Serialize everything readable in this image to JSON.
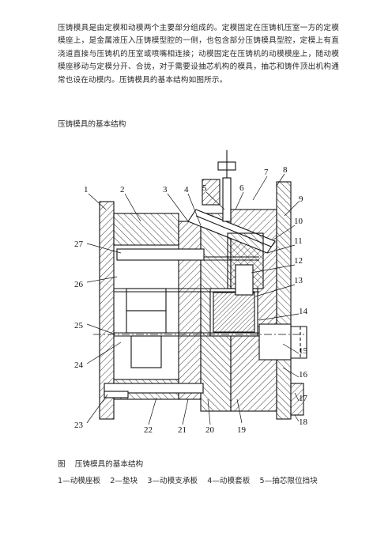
{
  "intro_paragraph": "压铸模具是由定模和动模两个主要部分组成的。定模固定在压铸机压室一方的定模模座上，是金属液压入压铸模型腔的一侧，也包含部分压铸模具型腔，定模上有直浇道直接与压铸机的压室或喷嘴相连接；动模固定在压铸机的动模模座上，随动模模座移动与定模分开、合拢，对于需要设抽芯机构的模具，抽芯和铸件顶出机构通常也设在动模内。压铸模具的基本结构如图所示。",
  "section_heading": "压铸模具的基本结构",
  "figure": {
    "callouts": [
      "1",
      "2",
      "3",
      "4",
      "5",
      "6",
      "7",
      "8",
      "9",
      "10",
      "11",
      "12",
      "13",
      "14",
      "15",
      "16",
      "17",
      "18",
      "19",
      "20",
      "21",
      "22",
      "23",
      "24",
      "25",
      "26",
      "27"
    ]
  },
  "caption": "图    压铸模具的基本结构",
  "legend": "1—动模座板    2—垫块    3—动模支承板    4—动模套板    5—抽芯限位挡块"
}
